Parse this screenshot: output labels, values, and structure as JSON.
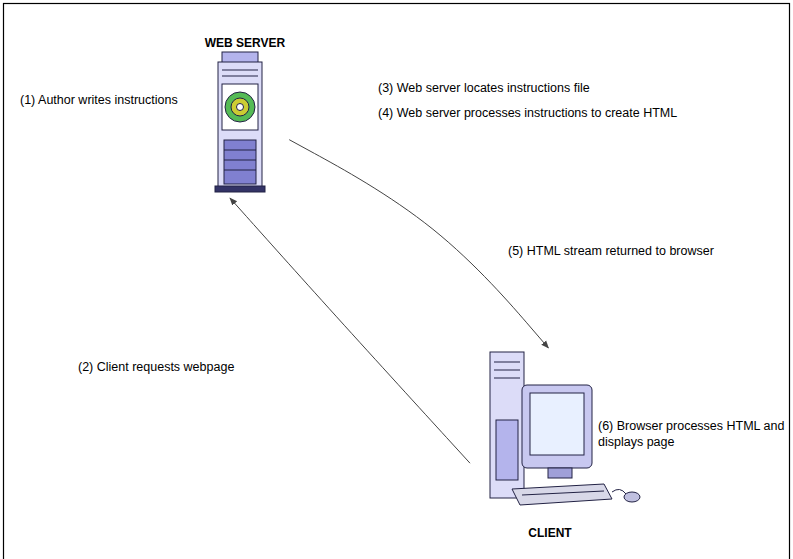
{
  "diagram": {
    "nodes": [
      {
        "text": [
          "WEB SERVER"
        ]
      },
      {
        "text": [
          "CLIENT"
        ]
      }
    ],
    "edges": [
      {
        "from": 1,
        "to": 0,
        "arrow": "to",
        "label": "(2) Client requests webpage"
      },
      {
        "from": 0,
        "to": 1,
        "arrow": "to",
        "label": "(5) HTML stream returned to browser"
      }
    ],
    "labels": [
      "(1) Author writes instructions",
      "(3) Web server locates instructions file",
      "(4) Web server processes instructions to create HTML",
      "(6) Browser processes HTML and displays page"
    ]
  }
}
